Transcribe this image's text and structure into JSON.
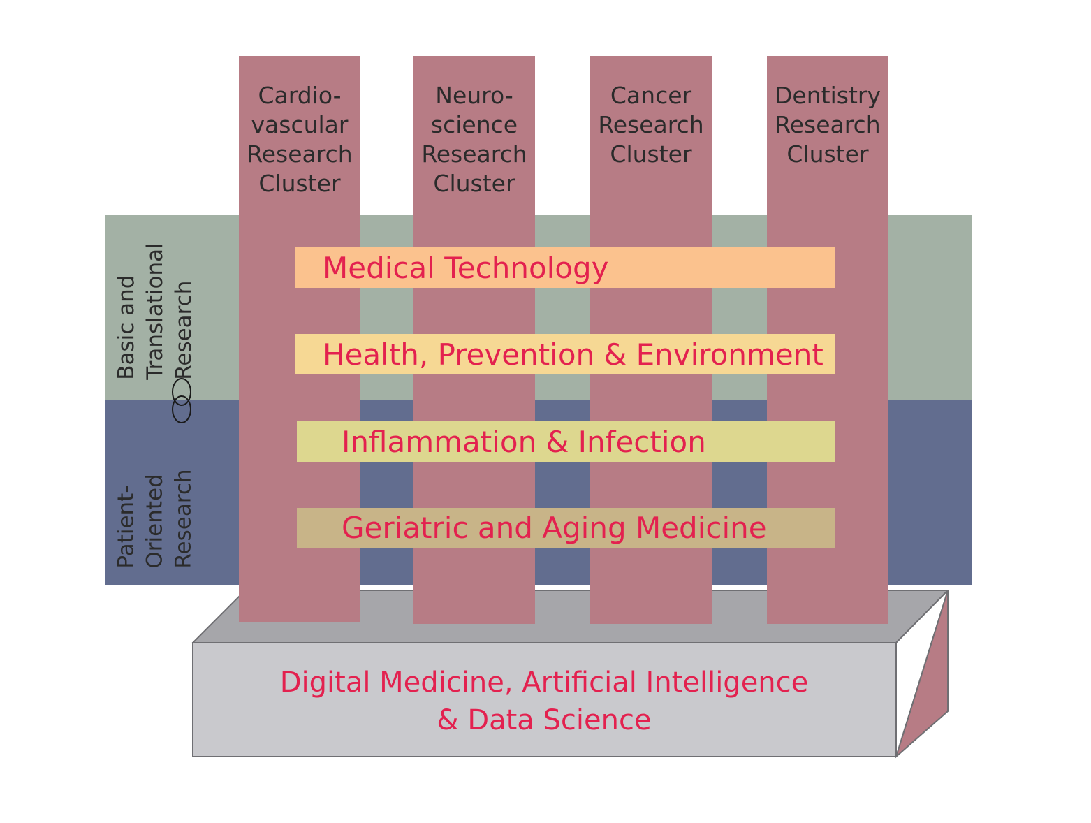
{
  "colors": {
    "band_top": "#a3b1a5",
    "band_bottom": "#626d8f",
    "pillar": "#b77c85",
    "bar_medtech": "#fbc28e",
    "bar_health": "#f6d894",
    "bar_inflammation": "#ddd78f",
    "bar_geriatric": "#c8b488",
    "base_front": "#c9c9cd",
    "base_top": "#a6a6aa",
    "label_red": "#e3214f",
    "label_dark": "#2b2b2b"
  },
  "side_labels": {
    "top": "Basic and\nTranslational\nResearch",
    "bottom": "Patient-\nOriented\nResearch",
    "link_icon": "interlocking-rings-icon"
  },
  "pillars": [
    {
      "label": "Cardio-\nvascular\nResearch\nCluster"
    },
    {
      "label": "Neuro-\nscience\nResearch\nCluster"
    },
    {
      "label": "Cancer\nResearch\nCluster"
    },
    {
      "label": "Dentistry\nResearch\nCluster"
    }
  ],
  "bars": [
    {
      "label": "Medical Technology"
    },
    {
      "label": "Health, Prevention & Environment"
    },
    {
      "label": "Inflammation & Infection"
    },
    {
      "label": "Geriatric and Aging Medicine"
    }
  ],
  "base": {
    "line1": "Digital Medicine, Artificial Intelligence",
    "line2": "& Data Science"
  }
}
